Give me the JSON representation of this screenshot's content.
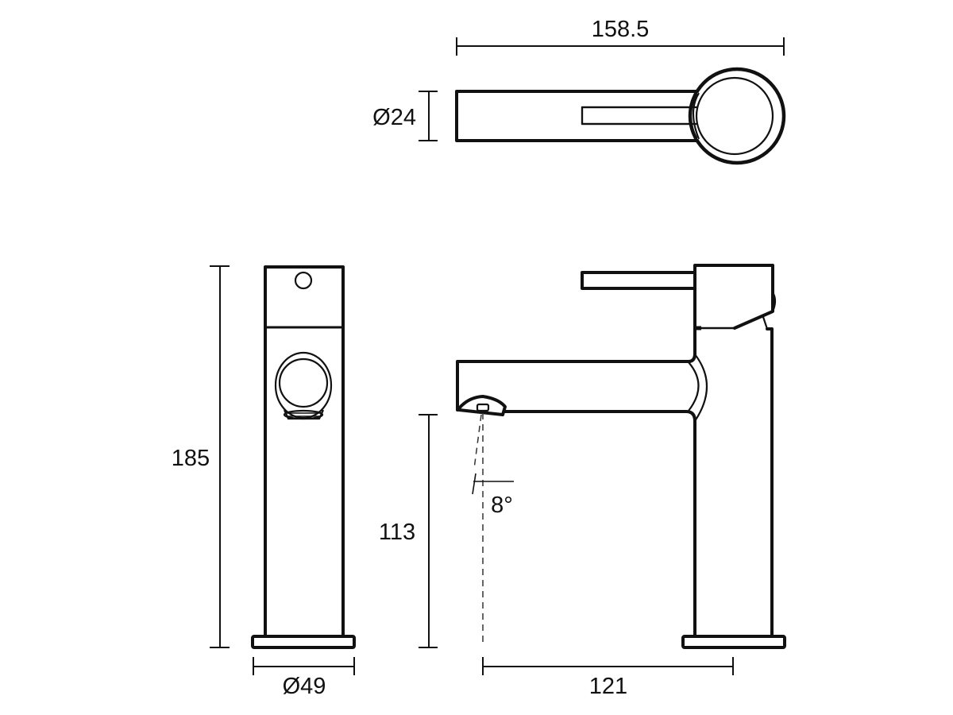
{
  "drawing": {
    "subject": "Basin mixer tap technical dimension drawing",
    "units": "mm",
    "views": [
      {
        "name": "top-view"
      },
      {
        "name": "front-view"
      },
      {
        "name": "side-view"
      }
    ],
    "dimensions": {
      "overall_length": "158.5",
      "spout_diameter": "Ø24",
      "overall_height": "185",
      "base_diameter": "Ø49",
      "spout_height": "113",
      "spout_reach": "121",
      "flow_angle": "8°"
    },
    "colors": {
      "line": "#111111",
      "background": "#ffffff"
    }
  }
}
